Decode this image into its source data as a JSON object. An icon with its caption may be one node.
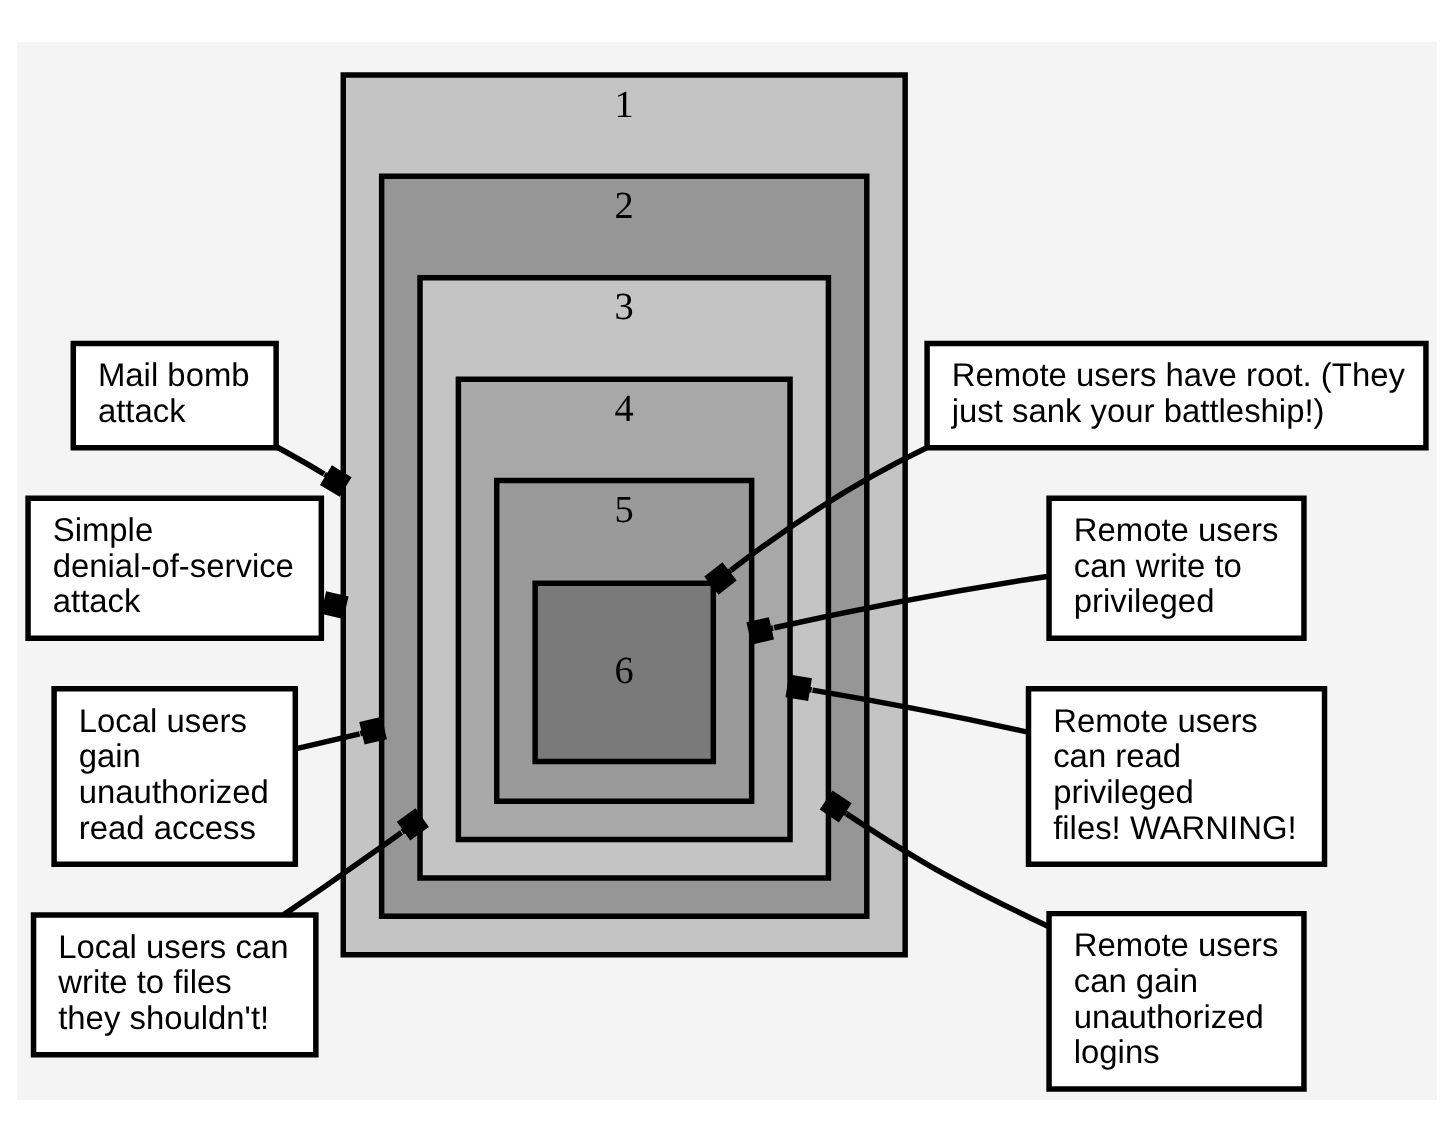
{
  "diagram": {
    "nodes": [
      {
        "text": [
          "1"
        ]
      },
      {
        "text": [
          "2"
        ],
        "in": 0
      },
      {
        "text": [
          "3"
        ],
        "in": 1
      },
      {
        "text": [
          "4"
        ],
        "in": 2
      },
      {
        "text": [
          "5"
        ],
        "in": 3
      },
      {
        "text": [
          "6"
        ],
        "in": 4
      },
      {
        "text": [
          "Remote users have root. (They just sank your battleship!)"
        ]
      },
      {
        "text": [
          "Mail bomb attack"
        ]
      },
      {
        "text": [
          "Simple denial-of-service attack"
        ]
      },
      {
        "text": [
          "Remote users can write to privileged"
        ]
      },
      {
        "text": [
          "Local users gain unauthorized read access"
        ]
      },
      {
        "text": [
          "Remote users can read privileged files! WARNING!"
        ]
      },
      {
        "text": [
          "Local users can write to files they shouldn't!"
        ]
      },
      {
        "text": [
          "Remote users can gain unauthorized logins"
        ]
      }
    ],
    "edges": [
      {
        "from": 6,
        "to": 5,
        "arrow": "other"
      },
      {
        "from": 7,
        "to": 0,
        "arrow": "other"
      },
      {
        "from": 8,
        "to": 0,
        "arrow": "other"
      },
      {
        "from": 9,
        "to": 4,
        "arrow": "other"
      },
      {
        "from": 10,
        "to": 1,
        "arrow": "other"
      },
      {
        "from": 11,
        "to": 3,
        "arrow": "other"
      },
      {
        "from": 12,
        "to": 2,
        "arrow": "other"
      },
      {
        "from": 13,
        "to": 2,
        "arrow": "other"
      }
    ]
  }
}
